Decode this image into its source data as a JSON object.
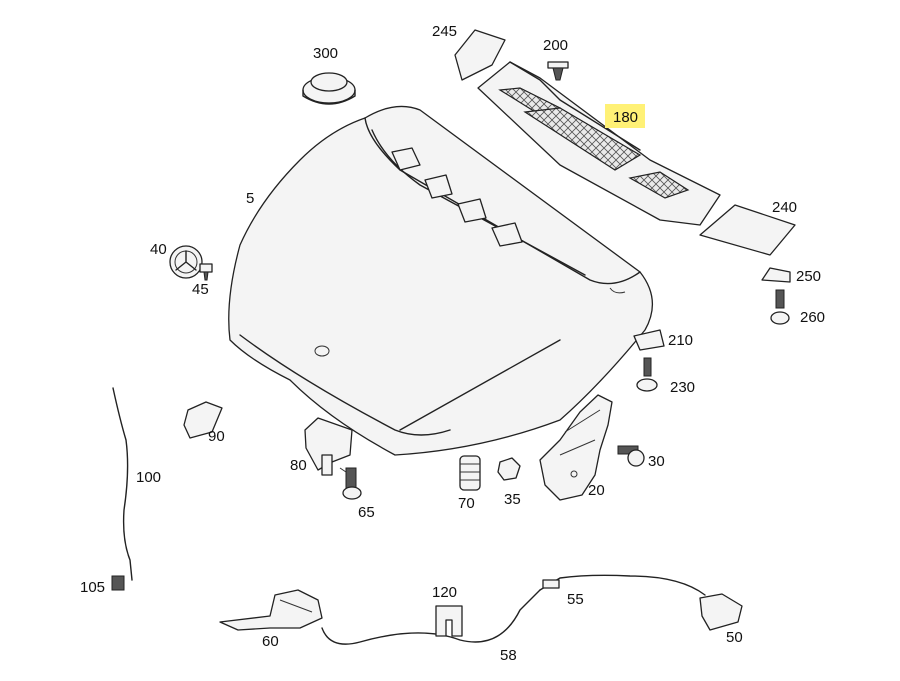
{
  "labels": {
    "l245": "245",
    "l200": "200",
    "l300": "300",
    "l180": "180",
    "l5": "5",
    "l240": "240",
    "l40": "40",
    "l45": "45",
    "l250": "250",
    "l260": "260",
    "l210": "210",
    "l230": "230",
    "l100": "100",
    "l90": "90",
    "l80": "80",
    "l65": "65",
    "l70": "70",
    "l35": "35",
    "l20": "20",
    "l30": "30",
    "l105": "105",
    "l120": "120",
    "l55": "55",
    "l60": "60",
    "l58": "58",
    "l50": "50"
  },
  "colors": {
    "highlight": "#fff176",
    "line": "#222222"
  },
  "highlighted_part": "180"
}
